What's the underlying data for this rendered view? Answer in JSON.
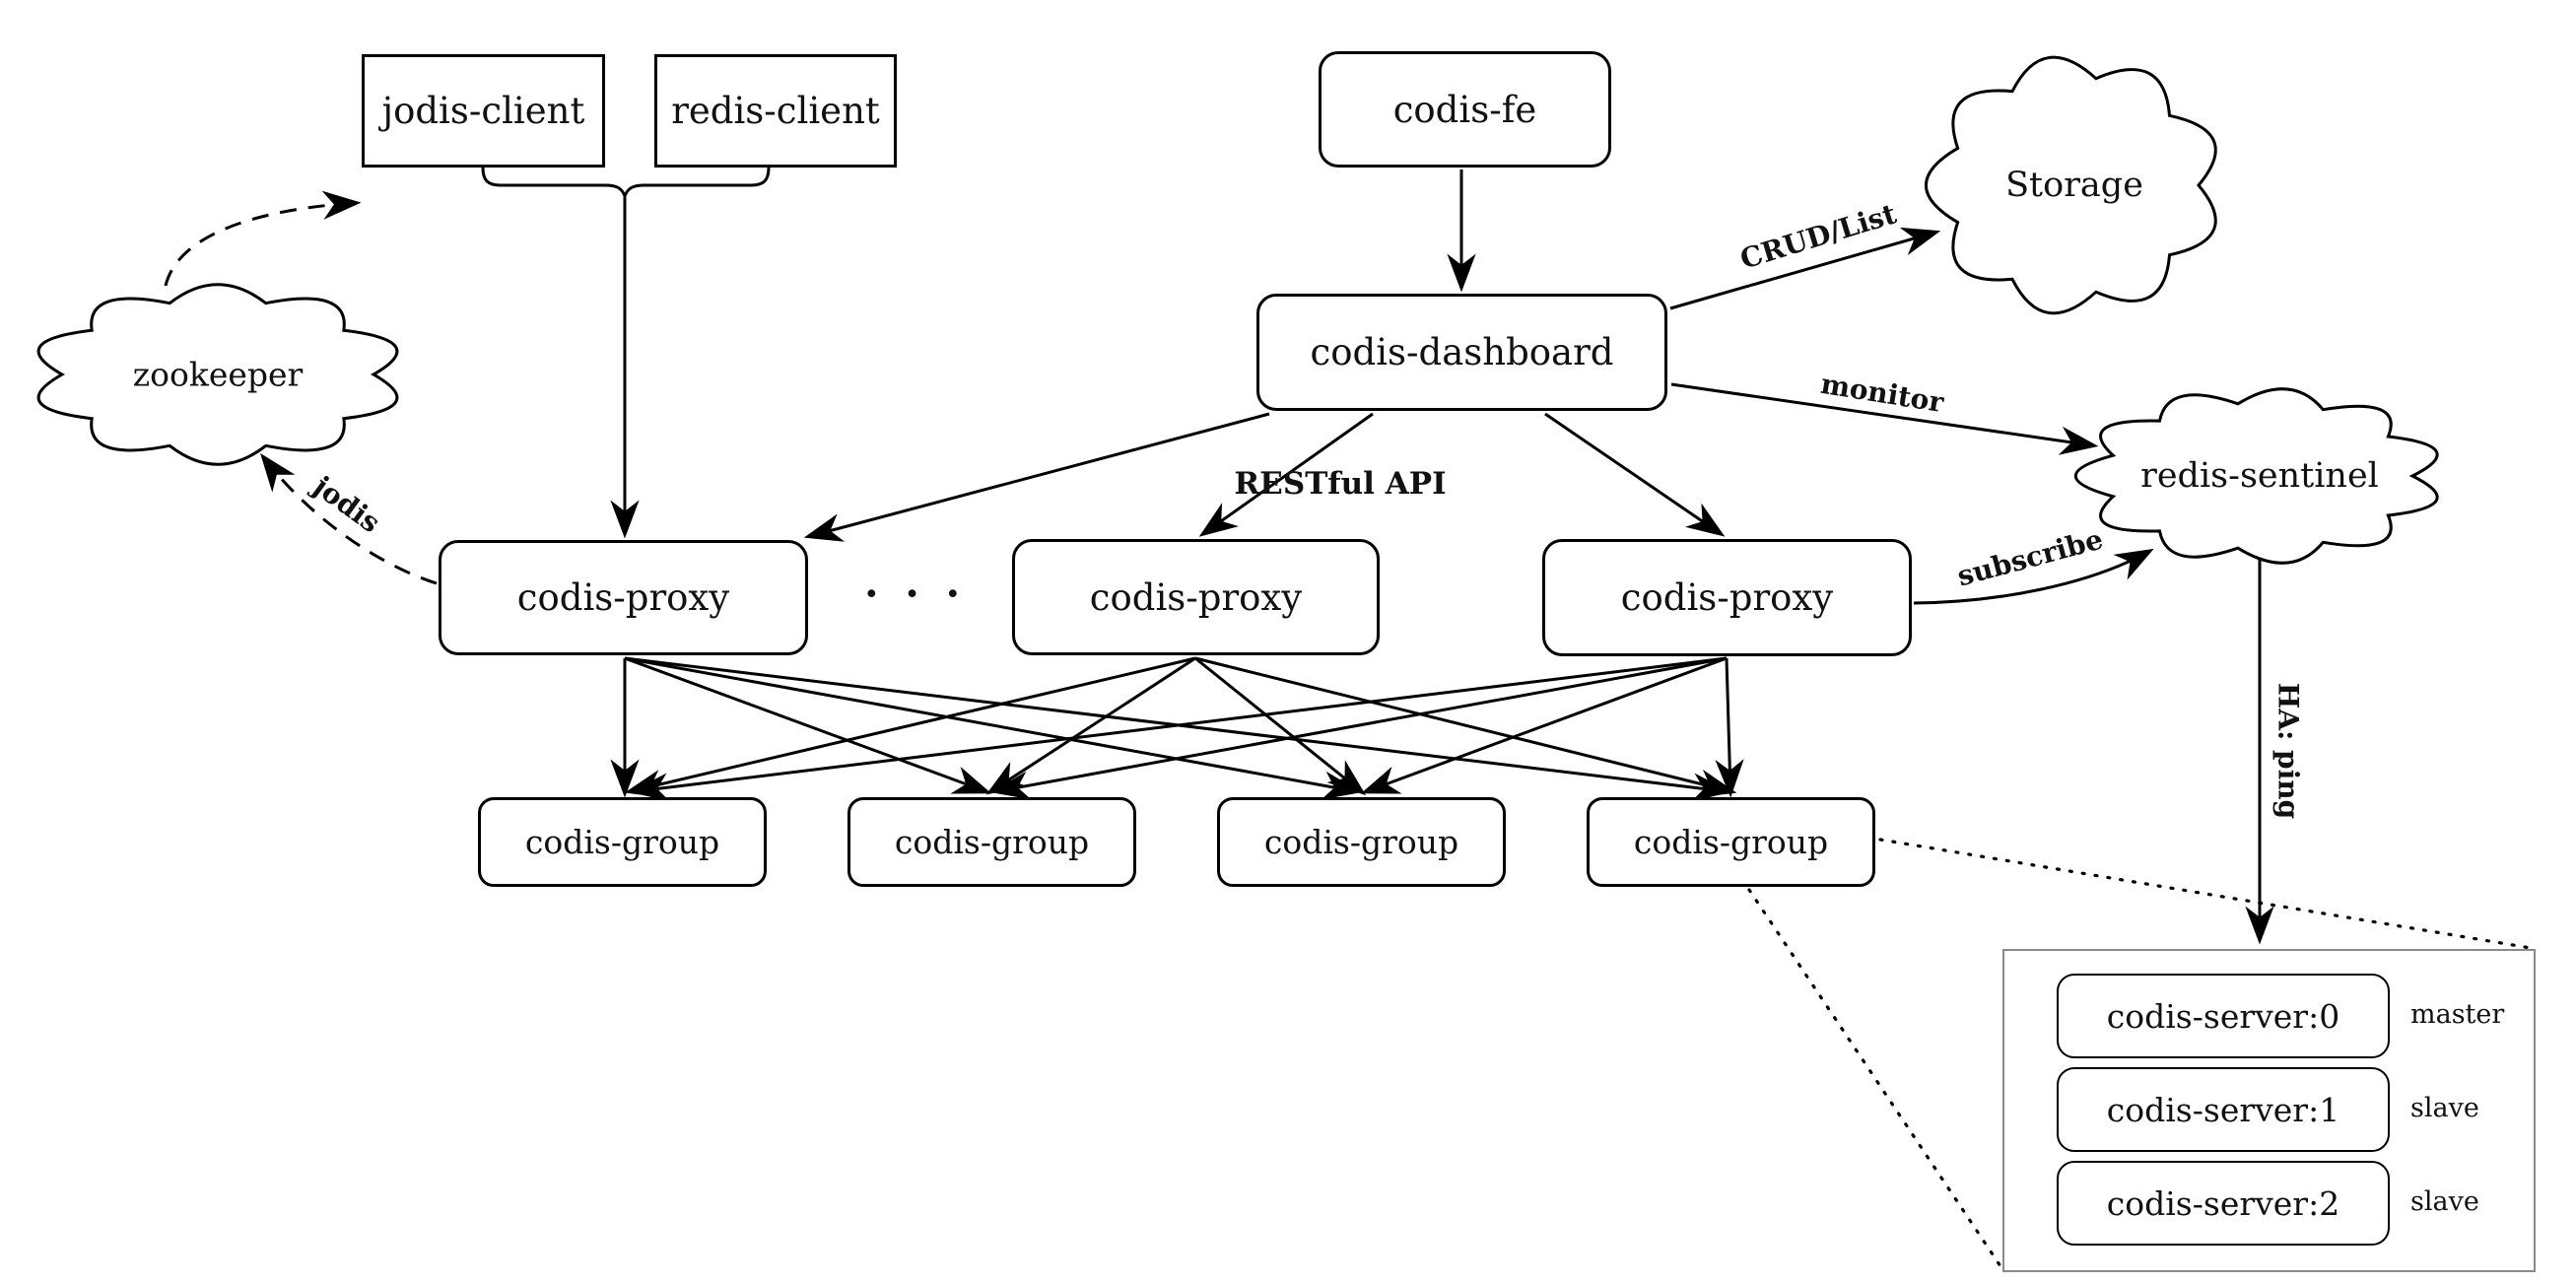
{
  "nodes": {
    "jodis_client": "jodis-client",
    "redis_client": "redis-client",
    "codis_fe": "codis-fe",
    "codis_dashboard": "codis-dashboard",
    "zookeeper": "zookeeper",
    "storage": "Storage",
    "redis_sentinel": "redis-sentinel",
    "proxy1": "codis-proxy",
    "proxy2": "codis-proxy",
    "proxy3": "codis-proxy",
    "group1": "codis-group",
    "group2": "codis-group",
    "group3": "codis-group",
    "group4": "codis-group",
    "ellipsis": "· · ·"
  },
  "edge_labels": {
    "crud_list": "CRUD/List",
    "monitor": "monitor",
    "restful_api": "RESTful API",
    "subscribe": "subscribe",
    "jodis": "jodis",
    "ha_ping": "HA: ping"
  },
  "servers": [
    {
      "name": "codis-server:0",
      "role": "master"
    },
    {
      "name": "codis-server:1",
      "role": "slave"
    },
    {
      "name": "codis-server:2",
      "role": "slave"
    }
  ]
}
